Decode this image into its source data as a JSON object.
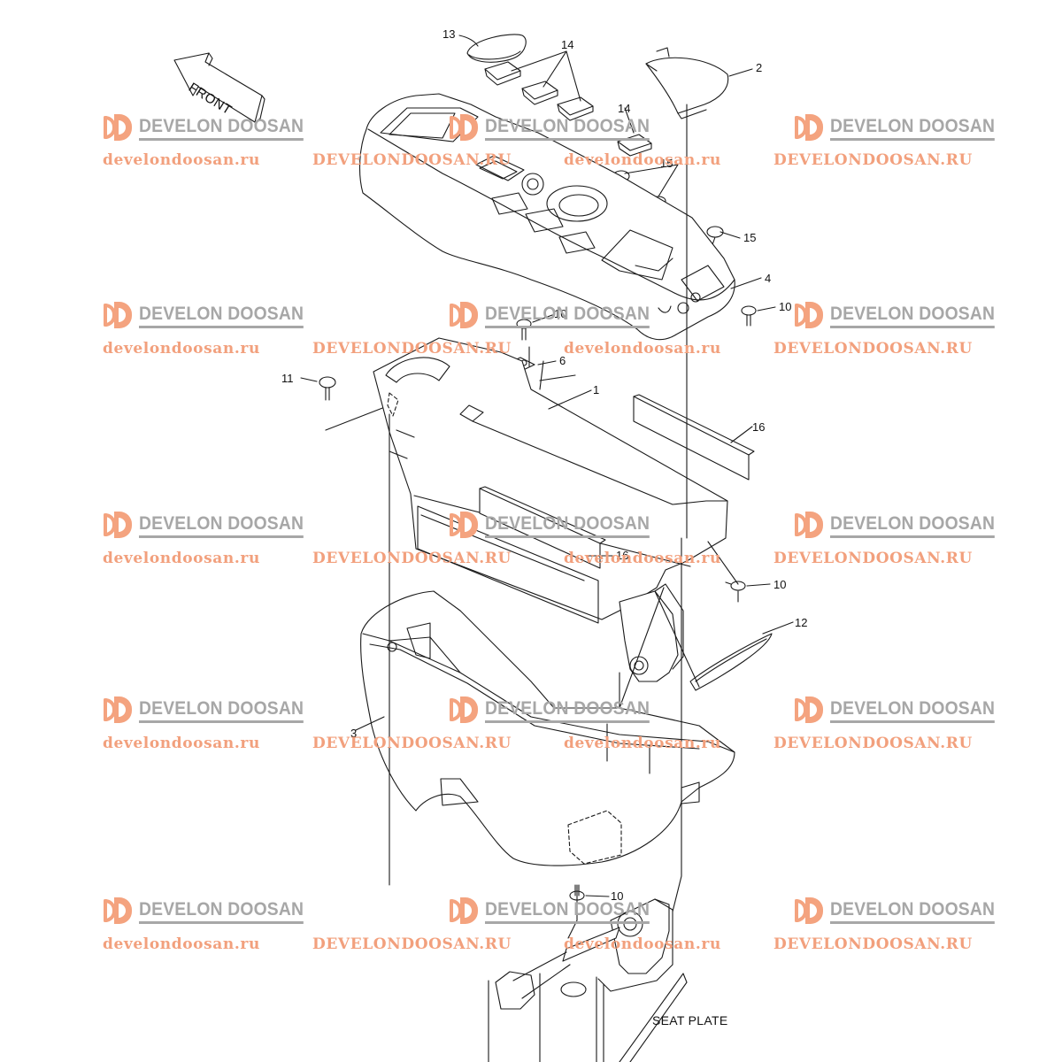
{
  "watermark": {
    "brand": "DEVELON DOOSAN",
    "site_lower": "develondoosan.ru",
    "site_upper": "DEVELONDOOSAN.RU"
  },
  "front_label": "FRONT",
  "seat_plate_label": "SEAT PLATE",
  "callouts": {
    "c13": "13",
    "c14a": "14",
    "c14b": "14",
    "c2": "2",
    "c15a": "15",
    "c15b": "15",
    "c4": "4",
    "c10a": "10",
    "c10b": "10",
    "c6": "6",
    "c11": "11",
    "c1": "1",
    "c16a": "16",
    "c16b": "16",
    "c10c": "10",
    "c12": "12",
    "c3": "3",
    "c10d": "10"
  },
  "colors": {
    "watermark_orange": "#f2a07d",
    "watermark_gray": "#a7a7a7",
    "line": "#1a1a1a"
  }
}
